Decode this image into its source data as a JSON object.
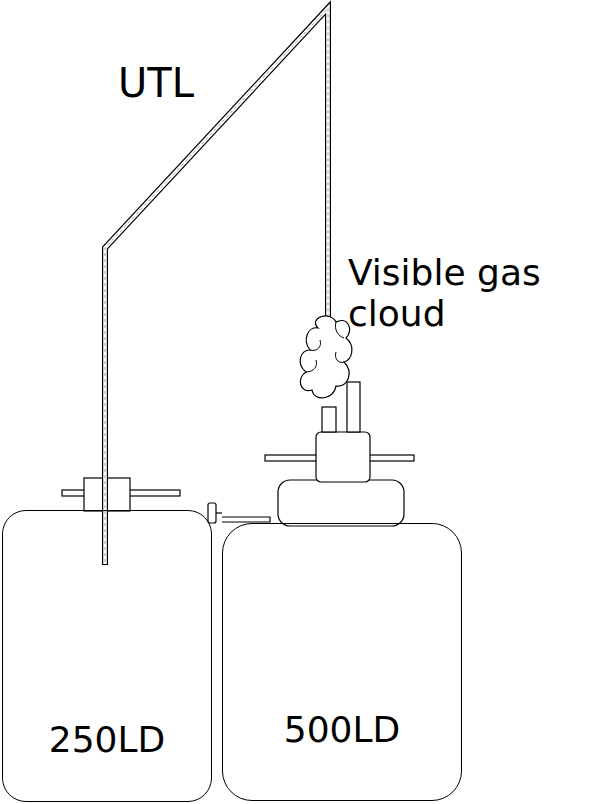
{
  "diagram": {
    "nodes": [
      {
        "text": [
          "250LD"
        ]
      },
      {
        "text": [
          "500LD"
        ]
      }
    ],
    "labels": [
      "UTL",
      "Visible gas cloud"
    ]
  }
}
